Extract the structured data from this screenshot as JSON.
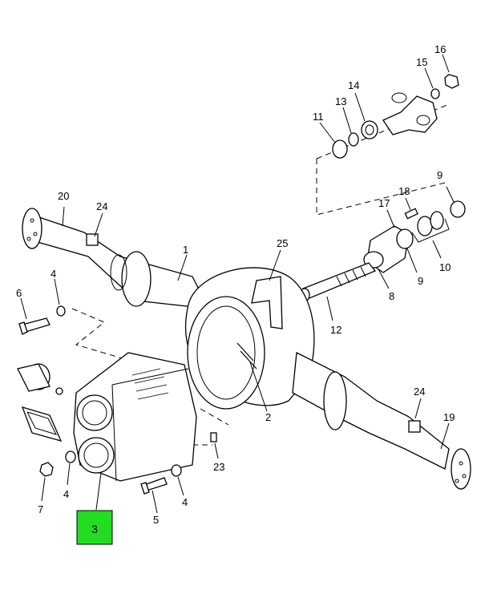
{
  "diagram": {
    "highlighted_callout": "3",
    "highlight_color": "#22dd22",
    "callouts": {
      "c1": "1",
      "c2": "2",
      "c3": "3",
      "c4a": "4",
      "c4b": "4",
      "c4c": "4",
      "c5": "5",
      "c6": "6",
      "c7": "7",
      "c8": "8",
      "c9a": "9",
      "c9b": "9",
      "c10": "10",
      "c11": "11",
      "c12": "12",
      "c13": "13",
      "c14": "14",
      "c15": "15",
      "c16": "16",
      "c17": "17",
      "c18": "18",
      "c19": "19",
      "c20": "20",
      "c23": "23",
      "c24a": "24",
      "c24b": "24",
      "c25": "25"
    }
  }
}
